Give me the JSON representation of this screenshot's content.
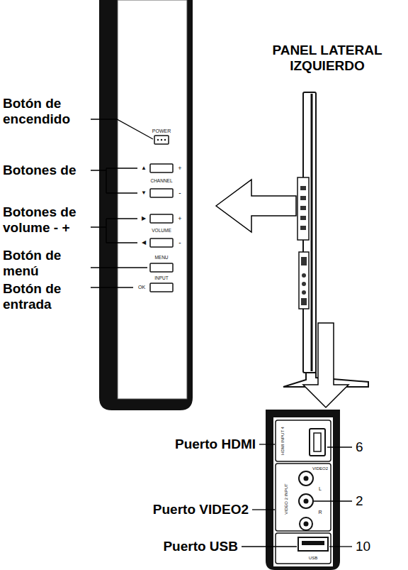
{
  "diagram": {
    "title": "PANEL LATERAL IZQUIERDO",
    "labels": [
      "Botón de encendido",
      "POWER",
      "Botones de",
      "▲",
      "+",
      "CHANNEL",
      "▼",
      "-",
      "Botones de volume - +",
      "▶",
      "+",
      "VOLUME",
      "◀",
      "-",
      "Botón de menú",
      "MENU",
      "INPUT",
      "Botón de entrada",
      "OK",
      "Puerto HDMI",
      "HDMI INPUT 4",
      "6",
      "VIDEO2",
      "L",
      "Puerto VIDEO2",
      "VIDEO 2 INPUT",
      "R",
      "2",
      "Puerto USB",
      "10",
      "USB"
    ]
  }
}
